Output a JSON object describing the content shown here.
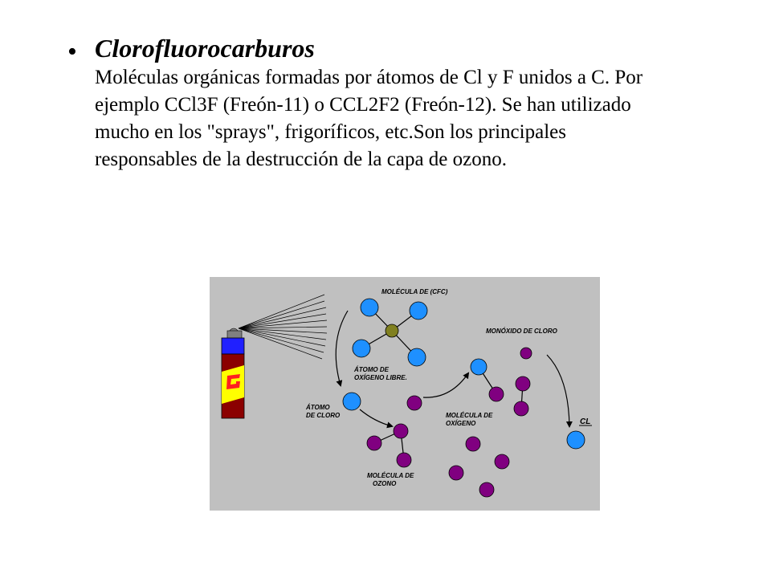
{
  "slide": {
    "bullet_glyph": "•",
    "title": "Clorofluorocarburos",
    "body": "Moléculas orgánicas formadas por átomos de Cl y F unidos a C. Por ejemplo CCl3F (Freón-11) o CCL2F2 (Freón-12). Se han utilizado mucho en los \"sprays\", frigoríficos, etc.Son los principales responsables de la destrucción de la capa de ozono."
  },
  "diagram": {
    "labels": {
      "cfc_molecule": "MOLÉCULA DE (CFC)",
      "free_oxygen_1": "ÁTOMO DE",
      "free_oxygen_2": "OXÍGENO LIBRE.",
      "chlorine_atom_1": "ÁTOMO",
      "chlorine_atom_2": "DE CLORO",
      "chlorine_monoxide": "MONÓXIDO DE CLORO",
      "oxygen_molecule_1": "MOLÉCULA DE",
      "oxygen_molecule_2": "OXÍGENO",
      "ozone_molecule_1": "MOLÉCULA DE",
      "ozone_molecule_2": "OZONO",
      "cl": "CL"
    },
    "colors": {
      "background": "#c0c0c0",
      "chlorine_atom": "#1e90ff",
      "fluorine_atom": "#1e90ff",
      "carbon_atom": "#808020",
      "oxygen_atom": "#800080",
      "can_top": "#2020ff",
      "can_body": "#8b0000",
      "can_stripe": "#ffff00",
      "can_logo": "#ff2020"
    },
    "icons": {
      "spray_can": "spray-can-icon",
      "logo": "g-logo-icon"
    }
  }
}
